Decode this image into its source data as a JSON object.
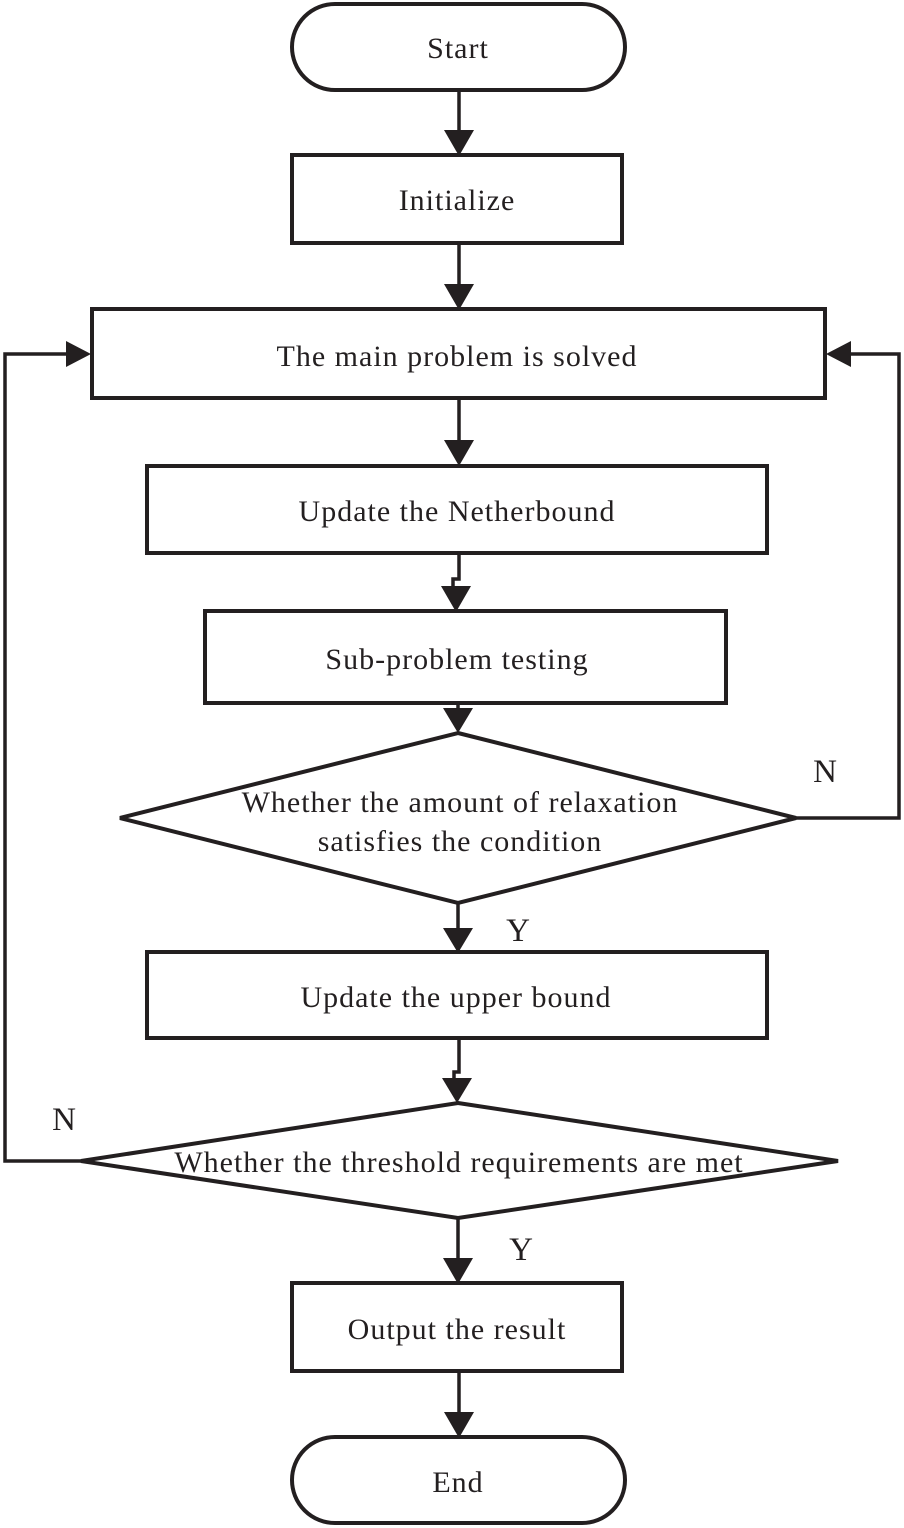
{
  "flowchart": {
    "colors": {
      "line": "#231f20",
      "background": "#ffffff"
    },
    "nodes": {
      "start": {
        "label": "Start",
        "shape": "terminator"
      },
      "initialize": {
        "label": "Initialize",
        "shape": "process"
      },
      "main_problem": {
        "label": "The main problem is solved",
        "shape": "process"
      },
      "update_netherbound": {
        "label": "Update the Netherbound",
        "shape": "process"
      },
      "subproblem_testing": {
        "label": "Sub-problem testing",
        "shape": "process"
      },
      "relaxation_check": {
        "label_line1": "Whether the amount of relaxation",
        "label_line2": "satisfies the condition",
        "shape": "decision"
      },
      "update_upper_bound": {
        "label": "Update the upper bound",
        "shape": "process"
      },
      "threshold_check": {
        "label": "Whether the threshold requirements are met",
        "shape": "decision"
      },
      "output_result": {
        "label": "Output the result",
        "shape": "process"
      },
      "end": {
        "label": "End",
        "shape": "terminator"
      }
    },
    "branch_labels": {
      "relaxation_yes": "Y",
      "relaxation_no": "N",
      "threshold_yes": "Y",
      "threshold_no": "N"
    }
  }
}
